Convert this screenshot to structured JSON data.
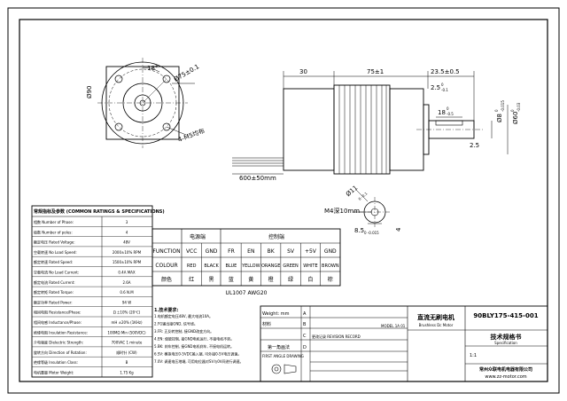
{
  "drawing": {
    "side_view": {
      "d_length_left": "30",
      "d_length_body": "75±1",
      "d_shaft_len": "23.5±0.5",
      "d_flat": "2.5",
      "d_flat_tol_top": "0",
      "d_flat_tol_bot": "-0.1",
      "d_key": "18",
      "d_key_tol_top": "0",
      "d_key_tol_bot": "-0.5",
      "d_shaft_dia": "Ø8",
      "d_shaft_dia_tol_top": "0",
      "d_shaft_dia_tol_bot": "-0.015",
      "d_pilot_dia": "Ø60",
      "d_pilot_dia_tol_top": "0",
      "d_pilot_dia_tol_bot": "-0.03",
      "d_step": "2.5",
      "d_lead": "600±50mm"
    },
    "front_view": {
      "d_angle": "18°",
      "d_outer": "Ø90",
      "d_bolt_circle": "Ø75±0.1",
      "d_holes": "4-M5均布"
    },
    "shaft_section": {
      "d_dia": "Ø11",
      "d_dia_tol": "0  -0.1",
      "d_thread": "M4深10mm",
      "d_width": "8.5",
      "d_width_tol": "0  -0.015",
      "d_height": "4"
    }
  },
  "wiring_table": {
    "group_power": "电源端",
    "group_control": "控制端",
    "row_labels": [
      "FUNCTION",
      "COLOUR",
      "颜色"
    ],
    "columns": [
      {
        "function": "VCC",
        "colour": "RED",
        "cn": "红"
      },
      {
        "function": "GND",
        "colour": "BLACK",
        "cn": "黑"
      },
      {
        "function": "FR",
        "colour": "BLUE",
        "cn": "蓝"
      },
      {
        "function": "EN",
        "colour": "YELLOW",
        "cn": "黄"
      },
      {
        "function": "BK",
        "colour": "ORANGE",
        "cn": "橙"
      },
      {
        "function": "SV",
        "colour": "GREEN",
        "cn": "绿"
      },
      {
        "function": "+5V",
        "colour": "WHITE",
        "cn": "白"
      },
      {
        "function": "GND",
        "colour": "BROWN",
        "cn": "棕"
      }
    ],
    "cable": "UL1007 AWG20"
  },
  "spec_table": {
    "title": "常规指标及参数 (COMMON RATINGS & SPECIFICATIONS)",
    "rows": [
      {
        "label": "相数 Number of Phase:",
        "value": "3"
      },
      {
        "label": "极数 Number of poles:",
        "value": "4"
      },
      {
        "label": "额定电压 Rated Voltage:",
        "value": "48V"
      },
      {
        "label": "空载转速 No Load Speed:",
        "value": "2000±10% RPM"
      },
      {
        "label": "额定转速 Rated Speed:",
        "value": "1500±10% RPM"
      },
      {
        "label": "空载电流 No Load Current:",
        "value": "0.4A MAX"
      },
      {
        "label": "额定电流 Rated Current:",
        "value": "2.6A"
      },
      {
        "label": "额定转矩 Rated Torque:",
        "value": "0.6 N.M"
      },
      {
        "label": "额定功率 Rated Power:",
        "value": "94 W"
      },
      {
        "label": "相间电阻 Resistance/Phase:",
        "value": "Ω ±10% (20℃)"
      },
      {
        "label": "相间电感 Inductance/Phase:",
        "value": "mH ±20% (1KHz)"
      },
      {
        "label": "绝缘电阻 Insulation Resistance:",
        "value": "100MΩ Min (500VDC)"
      },
      {
        "label": "介电强度 Dielectric Strength:",
        "value": "700VAC 1 minute"
      },
      {
        "label": "旋转方向 Direction of Rotation:",
        "value": "顺时针 (CW)"
      },
      {
        "label": "绝缘等级 Insulation Class:",
        "value": "B"
      },
      {
        "label": "电机重量 Motor Weight:",
        "value": "1.75 Kg"
      }
    ]
  },
  "notes": {
    "title": "1.技术要求:",
    "lines": [
      "1.电机额定电压48V, 最大电流10A。",
      "2.FG输出接GND, 信号线。",
      "3.FR: 正反转控制, 接GND改变方向。",
      "4.EN: 使能控制, 接GND电机运行, 不接电机不转。",
      "5.BK: 刹车控制, 接GND电机刹车, 不接电机运转。",
      "6.SV: 模拟电压0-5VDC输入端, 可外接0-5V电压调速。",
      "7.0V: 调速电压地端, 可用电位器对SV与0V间进行调速。"
    ]
  },
  "title_block": {
    "weight_label": "Weight: mm",
    "material_label": "材料",
    "revision_label": "更改记录 REVISION RECORD",
    "sheet_label": "MODEL 1A 01",
    "name_cn": "直流无刷电机",
    "name_en": "Brushless Dc Motor",
    "part_number": "90BLY175-415-001",
    "doc_cn": "技术规格书",
    "doc_en": "Specification",
    "scale": "1:1",
    "first_angle": "第一角画法",
    "first_angle_en": "FIRST ANGLE DRAWING",
    "company": "常州众联电机电器有限公司",
    "website": "www.zz-motor.com",
    "row_marks": [
      "A",
      "B",
      "C",
      "D"
    ]
  }
}
